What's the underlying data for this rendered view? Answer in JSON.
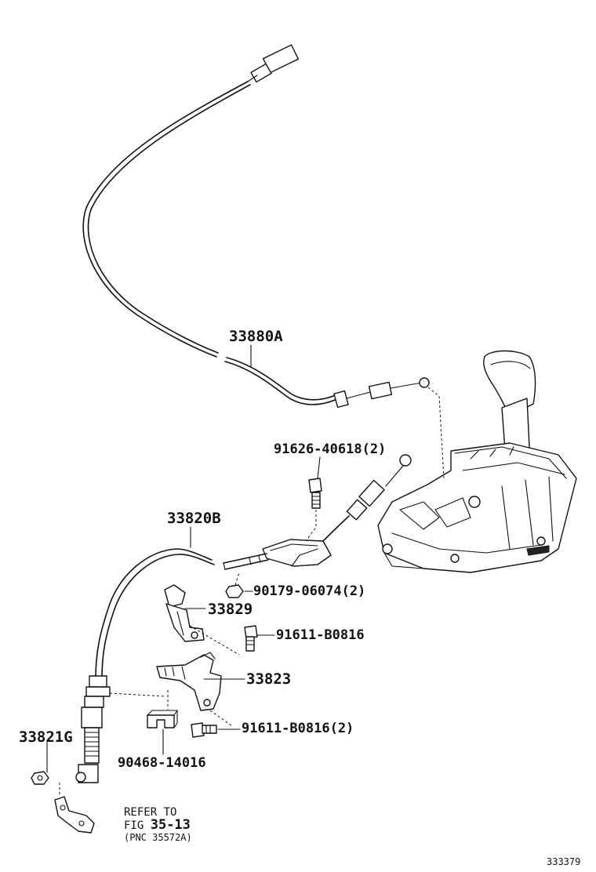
{
  "parts": {
    "p33880A": "33880A",
    "p91626": "91626-40618(2)",
    "p33820B": "33820B",
    "p90179": "90179-06074(2)",
    "p33829": "33829",
    "p91611a": "91611-B0816",
    "p33823": "33823",
    "p33821G": "33821G",
    "p91611b": "91611-B0816(2)",
    "p90468": "90468-14016"
  },
  "reference": {
    "line1": "REFER TO",
    "line2_prefix": "FIG ",
    "line2_fig": "35-13",
    "line3": "(PNC 35572A)"
  },
  "diagram_code": "333379"
}
